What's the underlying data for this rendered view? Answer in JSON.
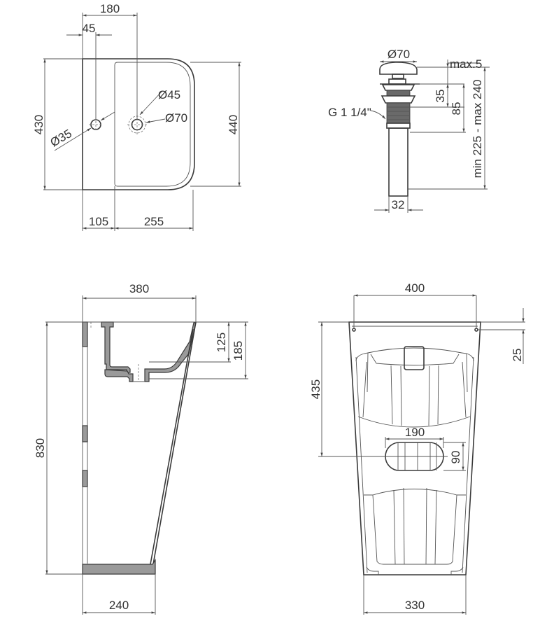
{
  "drawing": {
    "top_view": {
      "dim_180": "180",
      "dim_45": "45",
      "dim_430": "430",
      "dim_440": "440",
      "dim_d35": "Ø35",
      "dim_d45": "Ø45",
      "dim_d70": "Ø70",
      "dim_105": "105",
      "dim_255": "255"
    },
    "drain_view": {
      "dim_d70": "Ø70",
      "dim_max5": "max.5",
      "dim_35": "35",
      "dim_85": "85",
      "dim_range": "min 225 - max 240",
      "thread_label": "G 1 1/4\"",
      "dim_32": "32"
    },
    "side_section": {
      "dim_380": "380",
      "dim_125": "125",
      "dim_185": "185",
      "dim_830": "830",
      "dim_240": "240"
    },
    "rear_view": {
      "dim_400": "400",
      "dim_25": "25",
      "dim_435": "435",
      "dim_190": "190",
      "dim_90": "90",
      "dim_330": "330"
    }
  },
  "colors": {
    "line": "#3a3a3a",
    "section_fill": "#9a9a9a",
    "background": "#ffffff"
  }
}
